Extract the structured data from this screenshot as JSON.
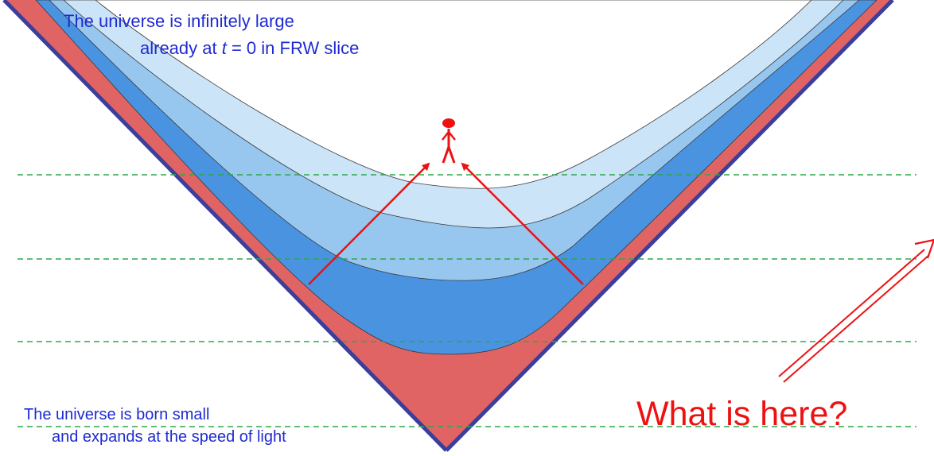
{
  "colors": {
    "background": "#ffffff",
    "outer_band": "#e06464",
    "band_1": "#4a93e1",
    "band_2": "#97c7ef",
    "band_3": "#cce4f8",
    "cone_edge": "#3b3e9c",
    "grid_line": "#2ca84a",
    "arrow": "#ee1111",
    "label_text": "#1f2bd1",
    "question_text": "#ee1111"
  },
  "labels": {
    "top_line1": "The universe is infinitely large",
    "top_line2_pre": "already at ",
    "top_line2_var": "t",
    "top_line2_post": " = 0 in FRW slice",
    "bottom_line1": "The universe is born small",
    "bottom_line2": "and expands at the speed of light",
    "question": "What is here?"
  },
  "icons": {
    "observer": "person-icon",
    "pointer": "double-arrow-icon"
  }
}
